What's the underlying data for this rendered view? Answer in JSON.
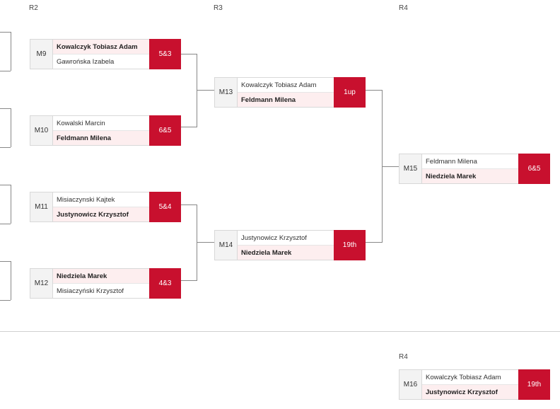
{
  "rounds": {
    "r2": "R2",
    "r3": "R3",
    "r4": "R4",
    "r4b": "R4"
  },
  "matches": {
    "m9": {
      "id": "M9",
      "p1": "Kowalczyk Tobiasz Adam",
      "p2": "Gawrońska Izabela",
      "winner": 1,
      "score": "5&3"
    },
    "m10": {
      "id": "M10",
      "p1": "Kowalski Marcin",
      "p2": "Feldmann Milena",
      "winner": 2,
      "score": "6&5"
    },
    "m11": {
      "id": "M11",
      "p1": "Misiaczynski Kajtek",
      "p2": "Justynowicz Krzysztof",
      "winner": 2,
      "score": "5&4"
    },
    "m12": {
      "id": "M12",
      "p1": "Niedziela Marek",
      "p2": "Misiaczyński Krzysztof",
      "winner": 1,
      "score": "4&3"
    },
    "m13": {
      "id": "M13",
      "p1": "Kowalczyk Tobiasz Adam",
      "p2": "Feldmann Milena",
      "winner": 2,
      "score": "1up"
    },
    "m14": {
      "id": "M14",
      "p1": "Justynowicz Krzysztof",
      "p2": "Niedziela Marek",
      "winner": 2,
      "score": "19th"
    },
    "m15": {
      "id": "M15",
      "p1": "Feldmann Milena",
      "p2": "Niedziela Marek",
      "winner": 2,
      "score": "6&5"
    },
    "m16": {
      "id": "M16",
      "p1": "Kowalczyk Tobiasz Adam",
      "p2": "Justynowicz Krzysztof",
      "winner": 2,
      "score": "19th"
    }
  },
  "colors": {
    "score_bg": "#c8102e",
    "winner_bg": "#fdeeef"
  }
}
